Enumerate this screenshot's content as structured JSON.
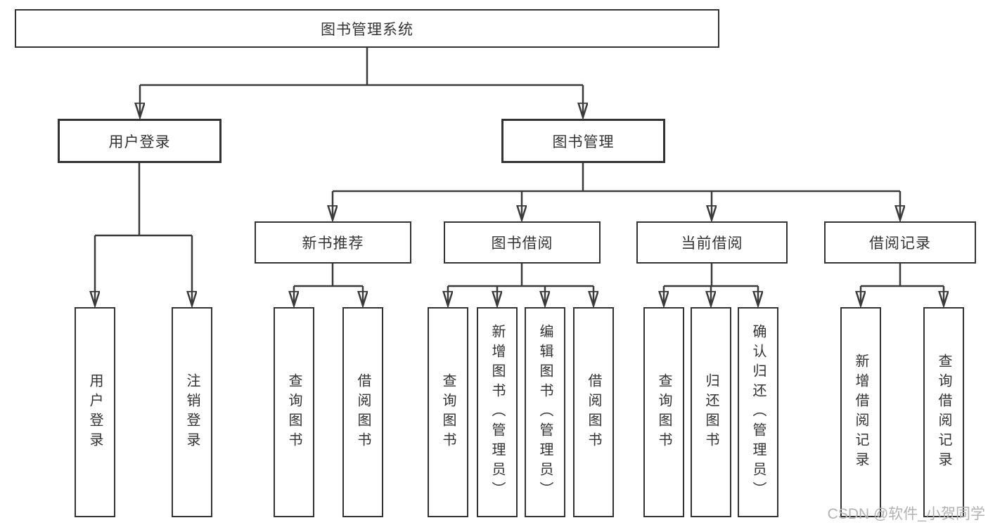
{
  "diagram": {
    "root": {
      "label": "图书管理系统"
    },
    "level2": [
      {
        "label": "用户登录"
      },
      {
        "label": "图书管理"
      }
    ],
    "level3": [
      {
        "label": "新书推荐"
      },
      {
        "label": "图书借阅"
      },
      {
        "label": "当前借阅"
      },
      {
        "label": "借阅记录"
      }
    ],
    "leaves": [
      {
        "label": "用户登录"
      },
      {
        "label": "注销登录"
      },
      {
        "label": "查询图书"
      },
      {
        "label": "借阅图书"
      },
      {
        "label": "查询图书"
      },
      {
        "label": "新增图书（管理员）"
      },
      {
        "label": "编辑图书（管理员）"
      },
      {
        "label": "借阅图书"
      },
      {
        "label": "查询图书"
      },
      {
        "label": "归还图书"
      },
      {
        "label": "确认归还（管理员）"
      },
      {
        "label": "新增借阅记录"
      },
      {
        "label": "查询借阅记录"
      }
    ]
  },
  "watermark": {
    "text": "CSDN @软件_小贺同学"
  },
  "colors": {
    "line": "#3a3a3a",
    "border": "#333333",
    "text": "#333333",
    "watermark": "#b2b2b2",
    "background": "#ffffff"
  }
}
